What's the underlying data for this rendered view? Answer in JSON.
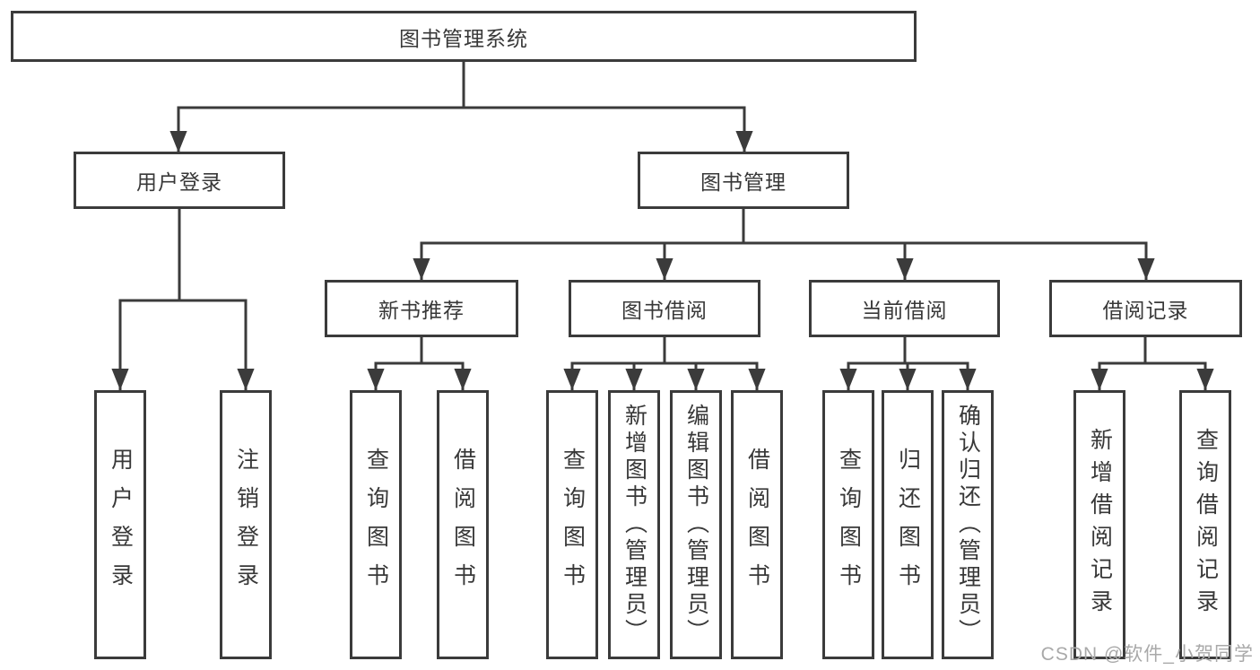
{
  "diagram": {
    "root": "图书管理系统",
    "branches": [
      {
        "label": "用户登录",
        "children": [
          "用户登录",
          "注销登录"
        ]
      },
      {
        "label": "图书管理",
        "sections": [
          {
            "label": "新书推荐",
            "children": [
              "查询图书",
              "借阅图书"
            ]
          },
          {
            "label": "图书借阅",
            "children": [
              "查询图书",
              "新增图书（管理员）",
              "编辑图书（管理员）",
              "借阅图书"
            ]
          },
          {
            "label": "当前借阅",
            "children": [
              "查询图书",
              "归还图书",
              "确认归还（管理员）"
            ]
          },
          {
            "label": "借阅记录",
            "children": [
              "新增借阅记录",
              "查询借阅记录"
            ]
          }
        ]
      }
    ]
  },
  "watermark": "CSDN @软件_小贺同学",
  "colors": {
    "line": "#3b3b3b",
    "text": "#383838",
    "watermark": "#a9a9a9",
    "background": "#ffffff"
  }
}
